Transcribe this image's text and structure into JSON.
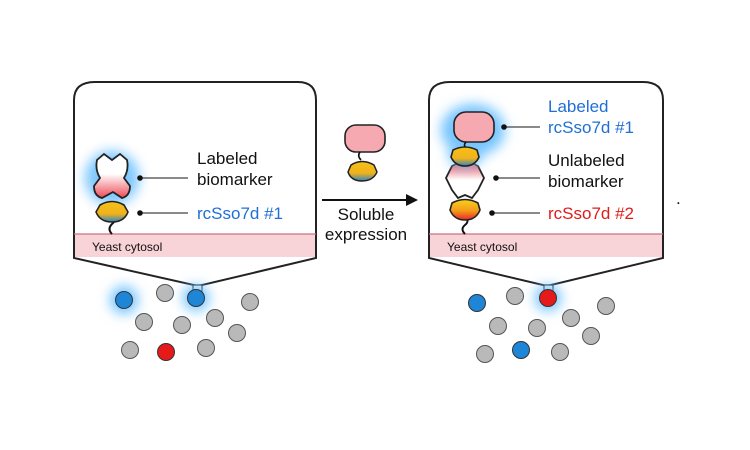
{
  "left_panel": {
    "label_line1": "Labeled",
    "label_line2": "biomarker",
    "binder_label": "rcSso7d #1",
    "membrane_label": "Yeast cytosol"
  },
  "arrow": {
    "line1": "Soluble",
    "line2": "expression"
  },
  "right_panel": {
    "top_line1": "Labeled",
    "top_line2": "rcSso7d #1",
    "mid_line1": "Unlabeled",
    "mid_line2": "biomarker",
    "bottom_label": "rcSso7d #2",
    "membrane_label": "Yeast cytosol"
  },
  "stray_mark": ".",
  "colors": {
    "blue_text": "#1f6fd6",
    "red_text": "#e11b1b",
    "membrane": "#f8d4d8",
    "cell_gray": "#b9b9b9",
    "cell_blue": "#1f85d6",
    "cell_red": "#e61a1a",
    "glow": "#74c4ff",
    "pink_protein": "#f6a9b0"
  }
}
